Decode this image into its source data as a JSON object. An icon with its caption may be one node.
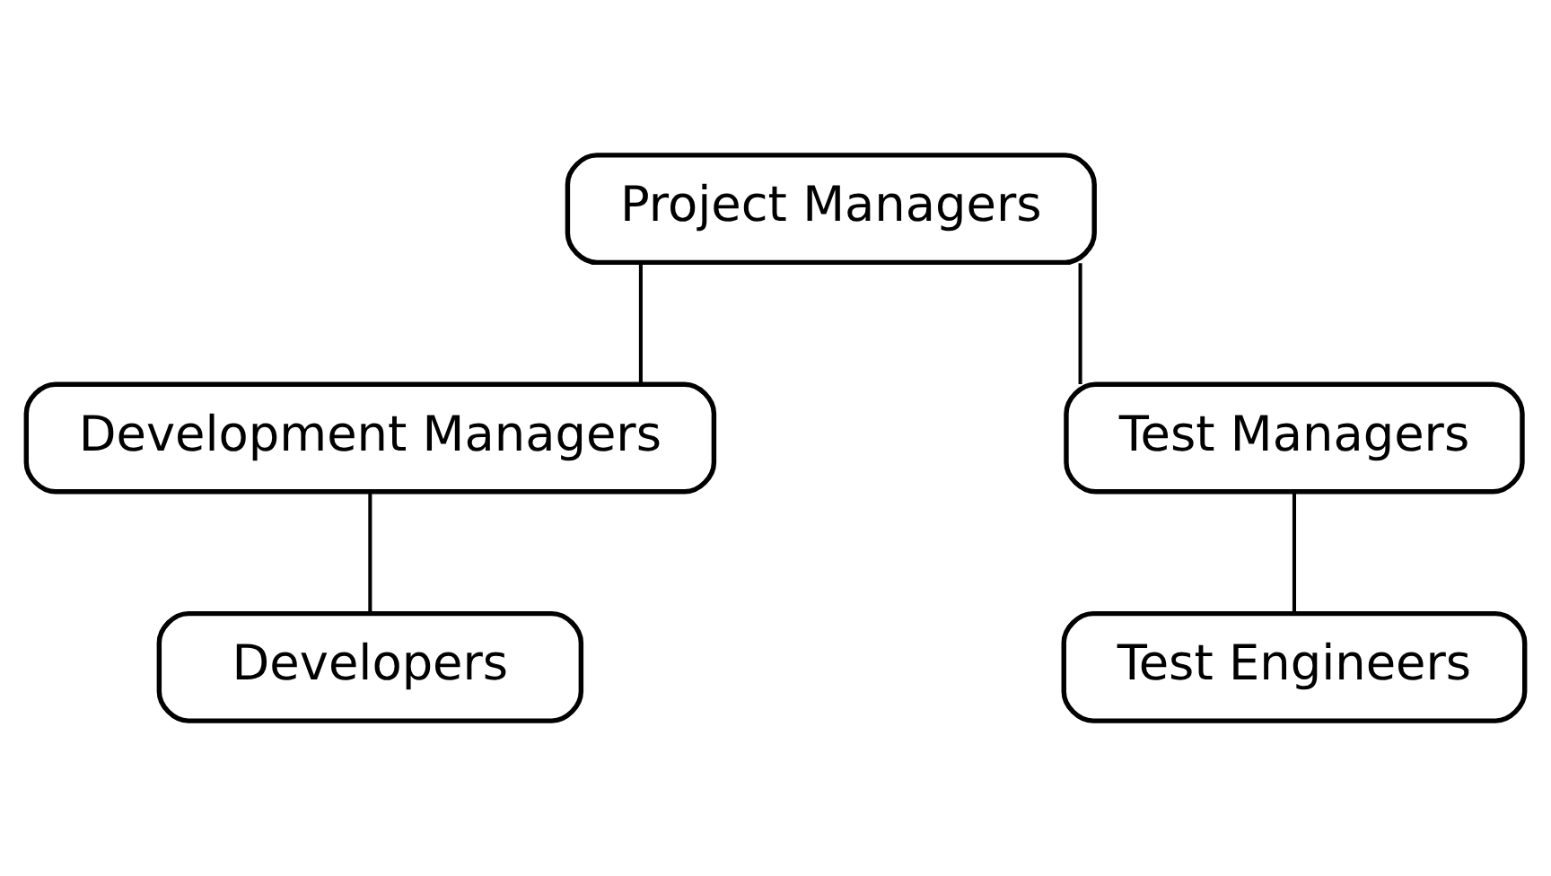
{
  "diagram": {
    "nodes": [
      {
        "text": [
          "Project Managers"
        ]
      },
      {
        "text": [
          "Development Managers"
        ]
      },
      {
        "text": [
          "Test Managers"
        ]
      },
      {
        "text": [
          "Developers"
        ]
      },
      {
        "text": [
          "Test Engineers"
        ]
      }
    ],
    "edges": [
      {
        "from": 0,
        "to": 1,
        "arrow": "none"
      },
      {
        "from": 0,
        "to": 2,
        "arrow": "none"
      },
      {
        "from": 1,
        "to": 3,
        "arrow": "none"
      },
      {
        "from": 2,
        "to": 4,
        "arrow": "none"
      }
    ]
  }
}
